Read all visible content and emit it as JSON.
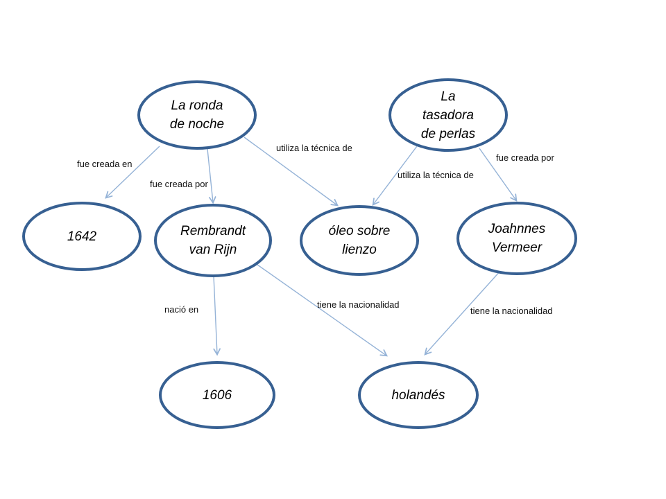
{
  "diagram": {
    "title": "concept map: Dutch golden age paintings",
    "colors": {
      "node_stroke": "#376092",
      "node_fill": "#ffffff",
      "edge_stroke": "#95b3d7",
      "text": "#000000"
    },
    "nodes": [
      {
        "id": "la-ronda-de-noche",
        "label": "La ronda de noche",
        "lines": [
          "La ronda",
          "de noche"
        ]
      },
      {
        "id": "la-tasadora-de-perlas",
        "label": "La tasadora de perlas",
        "lines": [
          "La",
          "tasadora",
          "de perlas"
        ]
      },
      {
        "id": "1642",
        "label": "1642",
        "lines": [
          "1642"
        ]
      },
      {
        "id": "rembrandt-van-rijn",
        "label": "Rembrandt van Rijn",
        "lines": [
          "Rembrandt",
          "van Rijn"
        ]
      },
      {
        "id": "oleo-sobre-lienzo",
        "label": "óleo sobre lienzo",
        "lines": [
          "óleo sobre",
          "lienzo"
        ]
      },
      {
        "id": "joahnnes-vermeer",
        "label": "Joahnnes Vermeer",
        "lines": [
          "Joahnnes",
          "Vermeer"
        ]
      },
      {
        "id": "1606",
        "label": "1606",
        "lines": [
          "1606"
        ]
      },
      {
        "id": "holandes",
        "label": "holandés",
        "lines": [
          "holandés"
        ]
      }
    ],
    "edges": [
      {
        "from": "la-ronda-de-noche",
        "to": "1642",
        "label": "fue creada en"
      },
      {
        "from": "la-ronda-de-noche",
        "to": "rembrandt-van-rijn",
        "label": "fue creada por"
      },
      {
        "from": "la-ronda-de-noche",
        "to": "oleo-sobre-lienzo",
        "label": "utiliza la técnica de"
      },
      {
        "from": "la-tasadora-de-perlas",
        "to": "oleo-sobre-lienzo",
        "label": "utiliza la técnica de"
      },
      {
        "from": "la-tasadora-de-perlas",
        "to": "joahnnes-vermeer",
        "label": "fue creada por"
      },
      {
        "from": "rembrandt-van-rijn",
        "to": "1606",
        "label": "nació en"
      },
      {
        "from": "rembrandt-van-rijn",
        "to": "holandes",
        "label": "tiene la nacionalidad"
      },
      {
        "from": "joahnnes-vermeer",
        "to": "holandes",
        "label": "tiene la nacionalidad"
      }
    ]
  }
}
